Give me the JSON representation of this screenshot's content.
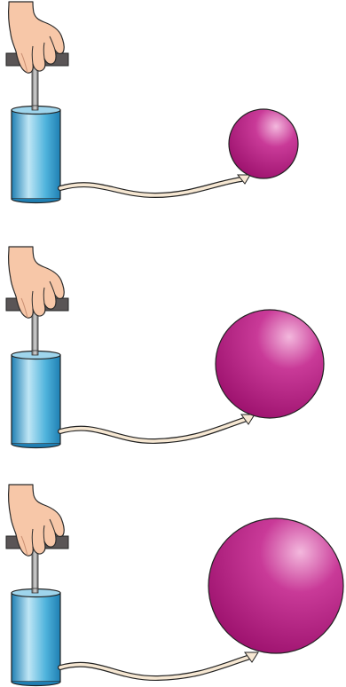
{
  "colors": {
    "cylinder": "#4fb3dc",
    "cylinder_dark": "#1f7fb3",
    "cylinder_light": "#bfe6f5",
    "balloon": "#b5167f",
    "balloon_light": "#f3b8dd",
    "handle": "#5a5556",
    "rod": "#9a9a9a",
    "hand_skin": "#f7c7a8",
    "tube": "#f6e7d2"
  },
  "icons": {
    "hand": "hand-icon",
    "pump": "pump-icon",
    "balloon": "balloon-icon",
    "tube": "hose-icon"
  },
  "panels": [
    {
      "id": "panel-1",
      "balloon_size": "small"
    },
    {
      "id": "panel-2",
      "balloon_size": "medium"
    },
    {
      "id": "panel-3",
      "balloon_size": "large"
    }
  ]
}
